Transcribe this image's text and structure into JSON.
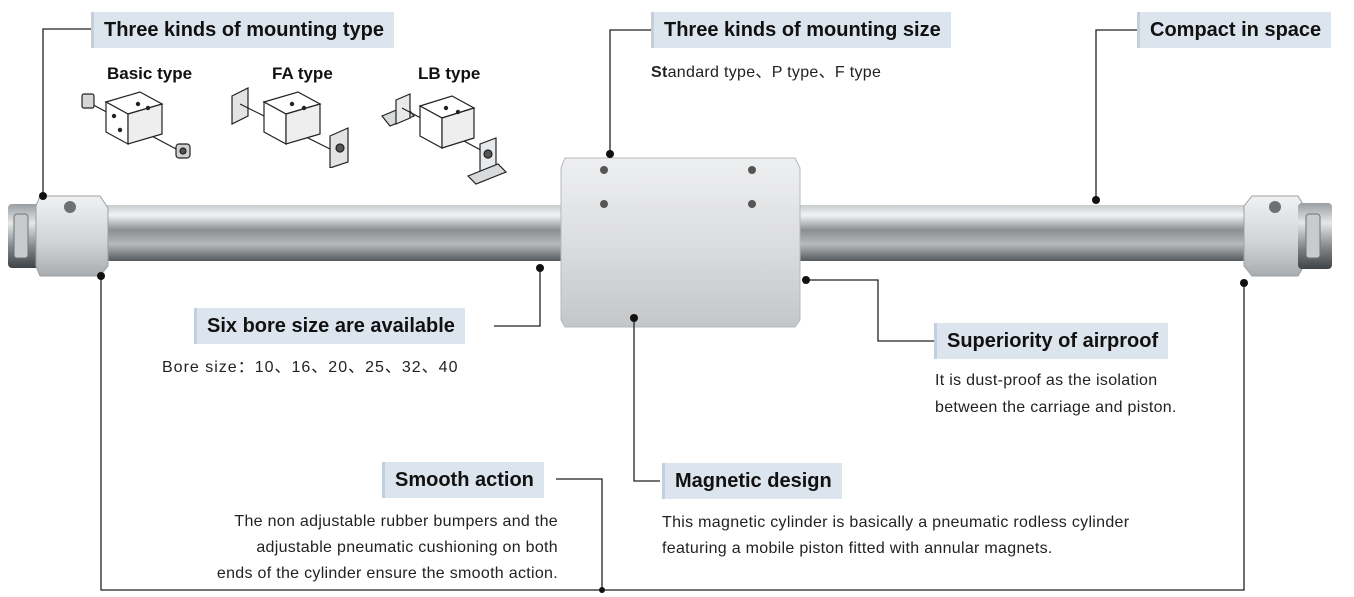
{
  "callouts": {
    "mounting_type": "Three kinds of mounting type",
    "mounting_size": "Three kinds of mounting size",
    "compact": "Compact in space",
    "bore": "Six bore size are available",
    "airproof": "Superiority of airproof",
    "smooth": "Smooth action",
    "magnetic": "Magnetic design"
  },
  "mounting_types": [
    {
      "label": "Basic type",
      "icon": "basic-type-cylinder-icon"
    },
    {
      "label": "FA type",
      "icon": "fa-type-cylinder-icon"
    },
    {
      "label": "LB type",
      "icon": "lb-type-cylinder-icon"
    }
  ],
  "texts": {
    "mounting_size_prefix": "St",
    "mounting_size_rest": "andard type、P type、F type",
    "bore_sizes": "Bore size：10、16、20、25、32、40",
    "airproof_line1": "It is dust-proof as the isolation",
    "airproof_line2": "between the carriage and piston.",
    "smooth_line1": "The non adjustable rubber bumpers and the",
    "smooth_line2": "adjustable pneumatic cushioning on both",
    "smooth_line3": "ends of the cylinder ensure the smooth action.",
    "magnetic_line1": "This magnetic cylinder is basically a pneumatic rodless cylinder",
    "magnetic_line2": "featuring a mobile piston fitted with annular magnets."
  },
  "colors": {
    "label_bg": "#dce4ee",
    "leader_line": "#222222",
    "tube_steel": "#8f9396",
    "aluminium": "#d9dadc"
  }
}
